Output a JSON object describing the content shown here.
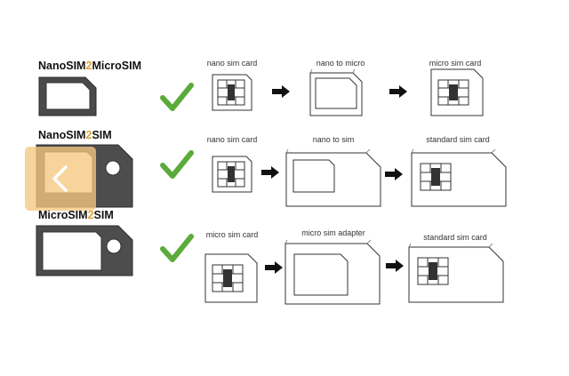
{
  "rows": [
    {
      "title": [
        "NanoSIM",
        "2",
        "MicroSIM"
      ],
      "captions": [
        "nano sim card",
        "nano to micro",
        "micro sim card"
      ]
    },
    {
      "title": [
        "NanoSIM",
        "2",
        "SIM"
      ],
      "captions": [
        "nano sim card",
        "nano to sim",
        "standard sim card"
      ]
    },
    {
      "title": [
        "MicroSIM",
        "2",
        "SIM"
      ],
      "captions": [
        "micro sim card",
        "micro sim adapter",
        "standard sim card"
      ]
    }
  ],
  "colors": {
    "check": "#5aab3a",
    "highlight": "#d8a33a",
    "adapter_dark": "#4a4a4a",
    "back_overlay": "#f3c880"
  },
  "icons": [
    "check-icon",
    "arrow-right-icon",
    "chevron-left-icon"
  ]
}
